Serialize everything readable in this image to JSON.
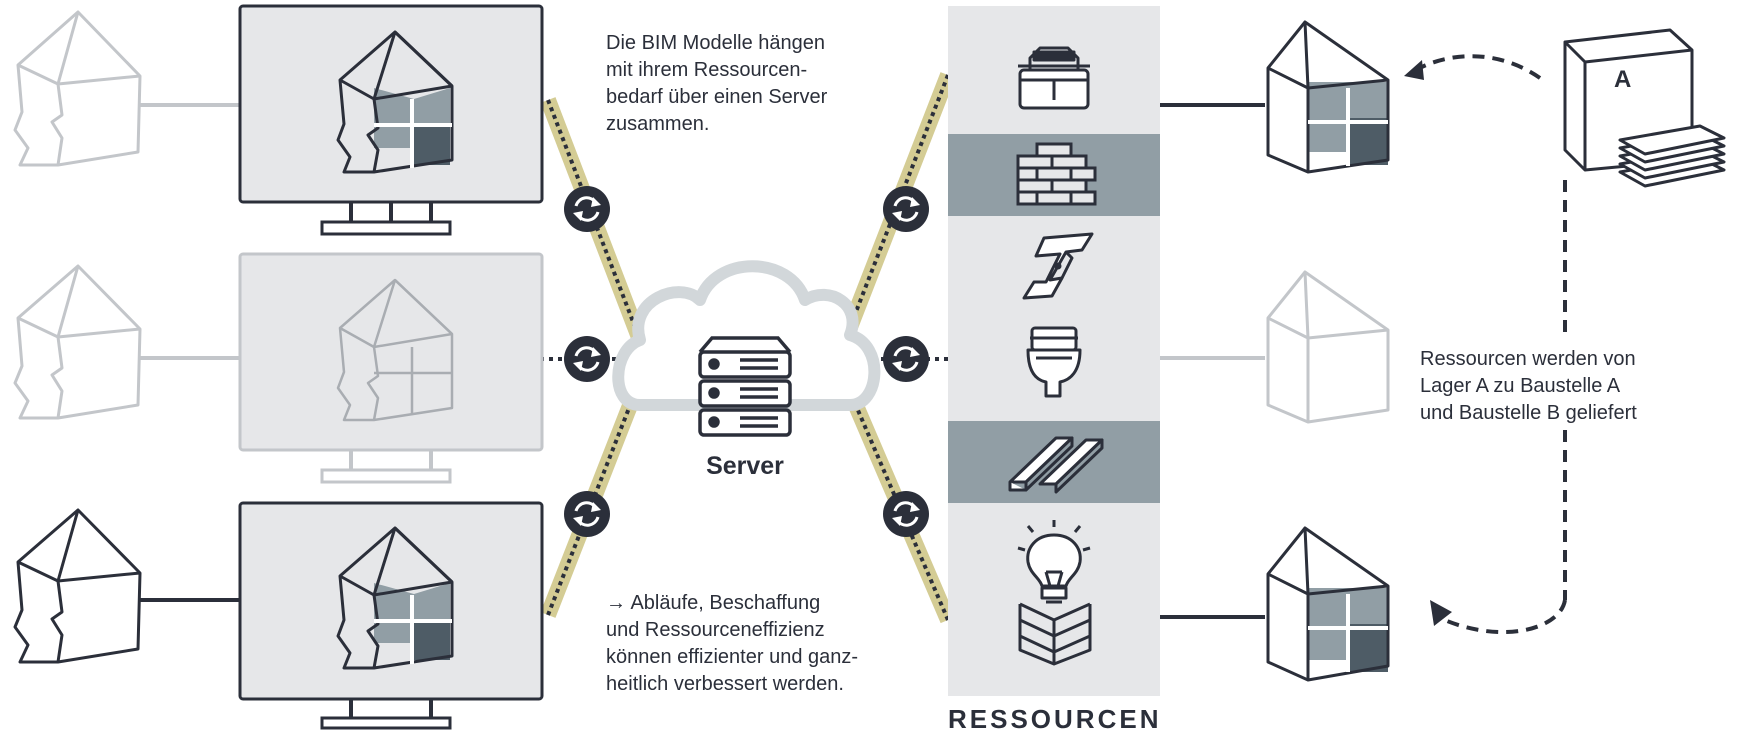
{
  "texts": {
    "top_note": "Die BIM Modelle hängen\nmit ihrem Ressourcen-\nbedarf über einen Server\nzusammen.",
    "bottom_note": "→ Abläufe, Beschaffung\nund Ressourceneffizienz\nkönnen effizienter und ganz-\nheitlich verbessert werden.",
    "right_note": "Ressourcen werden von\nLager A zu Baustelle A\nund Baustelle B geliefert",
    "server_label": "Server",
    "resources_label": "RESSOURCEN",
    "warehouse_letter": "A"
  },
  "resources": [
    {
      "icon": "concrete-mixer-icon",
      "highlighted": false
    },
    {
      "icon": "brick-wall-icon",
      "highlighted": true
    },
    {
      "icon": "steel-beam-icon",
      "highlighted": false
    },
    {
      "icon": "toilet-icon",
      "highlighted": false
    },
    {
      "icon": "timber-planks-icon",
      "highlighted": true
    },
    {
      "icon": "light-bulb-icon",
      "highlighted": false
    },
    {
      "icon": "insulation-panel-icon",
      "highlighted": false
    }
  ],
  "models": [
    {
      "state": "active",
      "connection": "solid"
    },
    {
      "state": "inactive",
      "connection": "dotted"
    },
    {
      "state": "active",
      "connection": "solid"
    }
  ],
  "sites": [
    {
      "state": "active"
    },
    {
      "state": "inactive"
    },
    {
      "state": "active"
    }
  ],
  "colors": {
    "ink": "#2b2f3a",
    "faded": "#c3c6ca",
    "screen_bg": "#e6e7e9",
    "column_bg": "#e6e7e9",
    "column_highlight": "#919ea5",
    "link_band": "#d4cc94",
    "cloud_fill": "#ffffff",
    "cloud_stroke": "#d2d7da",
    "window_light": "#919ea5",
    "window_dark": "#4e5c66"
  }
}
